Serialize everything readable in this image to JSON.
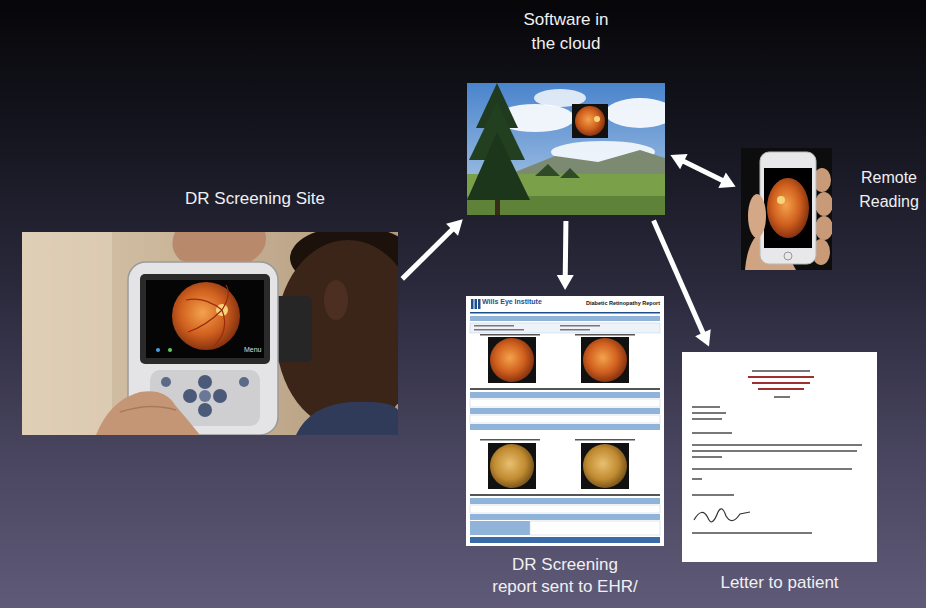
{
  "diagram": {
    "nodes": [
      {
        "text": [
          "DR Screening Site"
        ]
      },
      {
        "text": [
          "Software in the cloud"
        ]
      },
      {
        "text": [
          "Remote Reading"
        ]
      },
      {
        "text": [
          "DR Screening report sent to EHR/"
        ]
      },
      {
        "text": [
          "Letter to patient"
        ]
      }
    ],
    "edges": [
      {
        "from": 0,
        "to": 1,
        "arrow": "to"
      },
      {
        "from": 1,
        "to": 2,
        "arrow": "both"
      },
      {
        "from": 1,
        "to": 3,
        "arrow": "to"
      },
      {
        "from": 1,
        "to": 4,
        "arrow": "to"
      }
    ],
    "labels": [
      "Menu",
      "Wills Eye Institute",
      "Diabetic Retinopathy Report"
    ]
  }
}
